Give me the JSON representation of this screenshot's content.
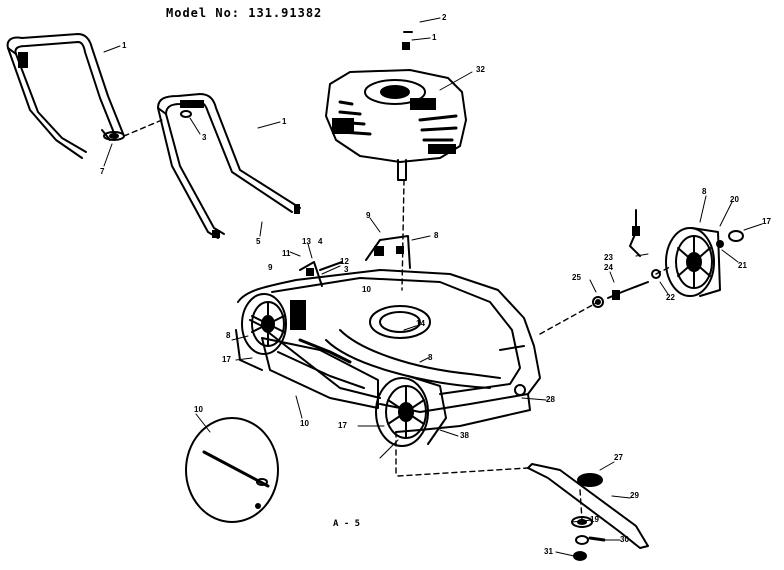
{
  "diagram": {
    "model_label": "Model No: 131.91382",
    "plate_label": "A - 5"
  },
  "callouts": [
    {
      "id": "c1a",
      "text": "1"
    },
    {
      "id": "c1b",
      "text": "1"
    },
    {
      "id": "c1c",
      "text": "1"
    },
    {
      "id": "c2",
      "text": "2"
    },
    {
      "id": "c3a",
      "text": "3"
    },
    {
      "id": "c3b",
      "text": "3"
    },
    {
      "id": "c4",
      "text": "4"
    },
    {
      "id": "c5",
      "text": "5"
    },
    {
      "id": "c7",
      "text": "7"
    },
    {
      "id": "c8a",
      "text": "8"
    },
    {
      "id": "c8b",
      "text": "8"
    },
    {
      "id": "c8c",
      "text": "8"
    },
    {
      "id": "c8d",
      "text": "8"
    },
    {
      "id": "c9a",
      "text": "9"
    },
    {
      "id": "c9b",
      "text": "9"
    },
    {
      "id": "c10a",
      "text": "10"
    },
    {
      "id": "c10b",
      "text": "10"
    },
    {
      "id": "c10c",
      "text": "10"
    },
    {
      "id": "c11",
      "text": "11"
    },
    {
      "id": "c12",
      "text": "12"
    },
    {
      "id": "c13",
      "text": "13"
    },
    {
      "id": "c14",
      "text": "14"
    },
    {
      "id": "c17a",
      "text": "17"
    },
    {
      "id": "c17b",
      "text": "17"
    },
    {
      "id": "c17c",
      "text": "17"
    },
    {
      "id": "c19",
      "text": "19"
    },
    {
      "id": "c20",
      "text": "20"
    },
    {
      "id": "c21",
      "text": "21"
    },
    {
      "id": "c22",
      "text": "22"
    },
    {
      "id": "c23",
      "text": "23"
    },
    {
      "id": "c24",
      "text": "24"
    },
    {
      "id": "c25",
      "text": "25"
    },
    {
      "id": "c27",
      "text": "27"
    },
    {
      "id": "c28",
      "text": "28"
    },
    {
      "id": "c29",
      "text": "29"
    },
    {
      "id": "c30",
      "text": "30"
    },
    {
      "id": "c31",
      "text": "31"
    },
    {
      "id": "c32",
      "text": "32"
    },
    {
      "id": "c38",
      "text": "38"
    }
  ]
}
